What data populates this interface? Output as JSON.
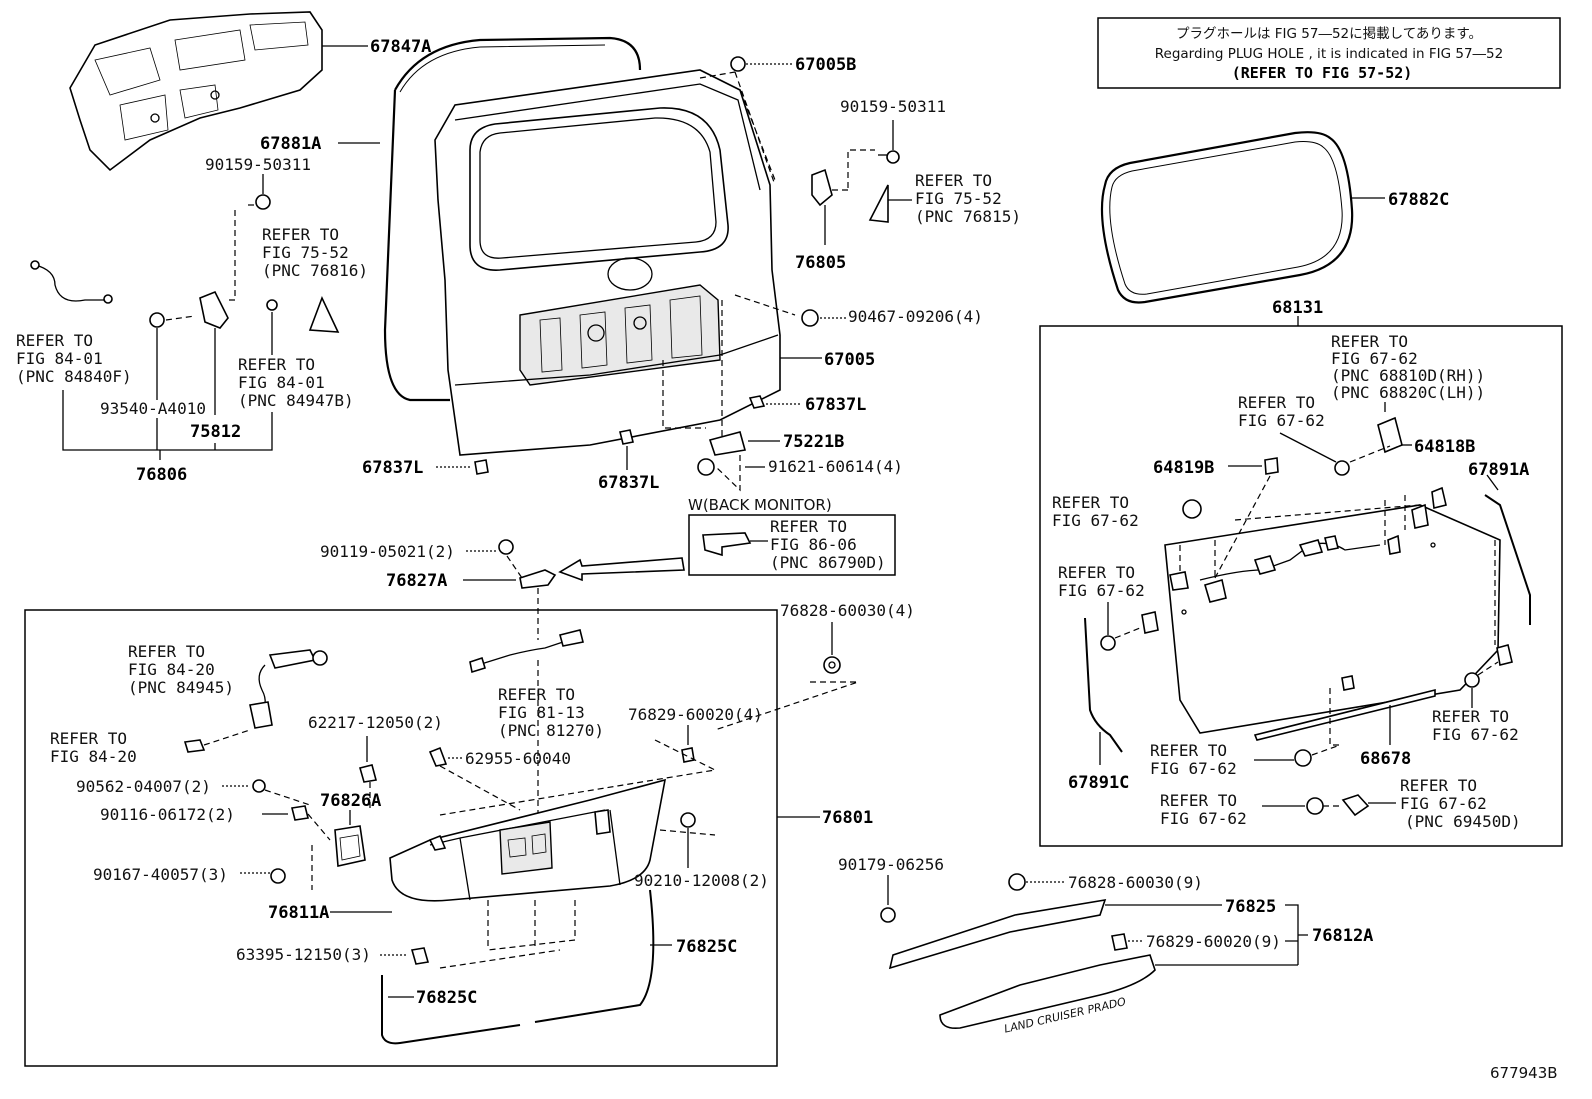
{
  "notice": {
    "line1": "プラグホールは FIG 57―52に掲載してあります。",
    "line2": "Regarding PLUG HOLE , it is indicated in FIG 57―52",
    "line3": "(REFER TO FIG 57-52)"
  },
  "labels": {
    "p67847A": "67847A",
    "p67881A": "67881A",
    "p67005B": "67005B",
    "p90159_a": "90159-50311",
    "p90159_b": "90159-50311",
    "ref_7552_b_1": "REFER TO",
    "ref_7552_b_2": "FIG 75-52",
    "ref_7552_b_3": "(PNC 76815)",
    "p76805": "76805",
    "p67882C": "67882C",
    "p68131": "68131",
    "ref_7552_a_1": "REFER TO",
    "ref_7552_a_2": "FIG 75-52",
    "ref_7552_a_3": "(PNC 76816)",
    "ref_8401_a_1": "REFER TO",
    "ref_8401_a_2": "FIG 84-01",
    "ref_8401_a_3": "(PNC 84840F)",
    "ref_8401_b_1": "REFER TO",
    "ref_8401_b_2": "FIG 84-01",
    "ref_8401_b_3": "(PNC 84947B)",
    "p93540": "93540-A4010",
    "p75812": "75812",
    "p76806": "76806",
    "p90467": "90467-09206(4)",
    "p67005": "67005",
    "p67837L_a": "67837L",
    "p67837L_b": "67837L",
    "p67837L_c": "67837L",
    "p75221B": "75221B",
    "p91621": "91621-60614(4)",
    "wback": "W(BACK MONITOR)",
    "ref_8606_1": "REFER TO",
    "ref_8606_2": "FIG 86-06",
    "ref_8606_3": "(PNC 86790D)",
    "p90119": "90119-05021(2)",
    "p76827A": "76827A",
    "p76828_a": "76828-60030(4)",
    "ref_8420_a_1": "REFER TO",
    "ref_8420_a_2": "FIG 84-20",
    "ref_8420_a_3": "(PNC 84945)",
    "ref_8113_1": "REFER TO",
    "ref_8113_2": "FIG 81-13",
    "ref_8113_3": "(PNC 81270)",
    "ref_8420_b_1": "REFER TO",
    "ref_8420_b_2": "FIG 84-20",
    "p62217": "62217-12050(2)",
    "p62955": "62955-60040",
    "p76829_a": "76829-60020(4)",
    "p90562": "90562-04007(2)",
    "p90116": "90116-06172(2)",
    "p76826A": "76826A",
    "p76801": "76801",
    "p90167": "90167-40057(3)",
    "p90210": "90210-12008(2)",
    "p76811A": "76811A",
    "p63395": "63395-12150(3)",
    "p76825C_a": "76825C",
    "p76825C_b": "76825C",
    "p90179": "90179-06256",
    "p76828_b": "76828-60030(9)",
    "p76825": "76825",
    "p76829_b": "76829-60020(9)",
    "p76812A": "76812A",
    "ref_6762_a_1": "REFER TO",
    "ref_6762_a_2": "FIG 67-62",
    "ref_6762_a_3": "(PNC 68810D(RH))",
    "ref_6762_a_4": "(PNC 68820C(LH))",
    "ref_6762_b_1": "REFER TO",
    "ref_6762_b_2": "FIG 67-62",
    "p64819B": "64819B",
    "p64818B": "64818B",
    "p67891A": "67891A",
    "ref_6762_c_1": "REFER TO",
    "ref_6762_c_2": "FIG 67-62",
    "ref_6762_d_1": "REFER TO",
    "ref_6762_d_2": "FIG 67-62",
    "ref_6762_e_1": "REFER TO",
    "ref_6762_e_2": "FIG 67-62",
    "ref_6762_f_1": "REFER TO",
    "ref_6762_f_2": "FIG 67-62",
    "p68678": "68678",
    "p67891C": "67891C",
    "ref_6762_g_1": "REFER TO",
    "ref_6762_g_2": "FIG 67-62",
    "ref_6762_h_1": "REFER TO",
    "ref_6762_h_2": "FIG 67-62",
    "ref_6762_h_3": "(PNC 69450D)",
    "emblem": "LAND CRUISER PRADO",
    "fig_id": "677943B"
  }
}
